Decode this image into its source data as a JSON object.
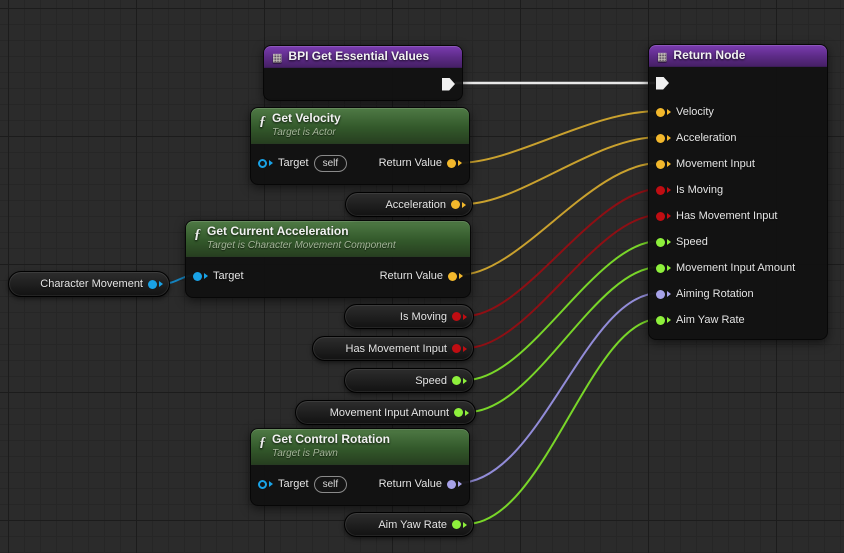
{
  "editor": {
    "type": "unreal-blueprint-graph"
  },
  "colors": {
    "background": "#2b2b2b",
    "grid_minor": "#262626",
    "grid_major": "#1c1c1c",
    "header_purple": "#5c2b86",
    "header_green": "#33592b",
    "pin_exec": "#f0f0f0",
    "pin_vector": "#f3b82c",
    "pin_bool": "#c00d12",
    "pin_float": "#8ef03c",
    "pin_rotator": "#a6a1e8",
    "pin_object": "#19a2e6"
  },
  "nodes": {
    "bpi_get_essential_values": {
      "title": "BPI Get Essential Values"
    },
    "return_node": {
      "title": "Return Node",
      "pins": [
        {
          "label": "Velocity",
          "type": "vector"
        },
        {
          "label": "Acceleration",
          "type": "vector"
        },
        {
          "label": "Movement Input",
          "type": "vector"
        },
        {
          "label": "Is Moving",
          "type": "bool"
        },
        {
          "label": "Has Movement Input",
          "type": "bool"
        },
        {
          "label": "Speed",
          "type": "float"
        },
        {
          "label": "Movement Input Amount",
          "type": "float"
        },
        {
          "label": "Aiming Rotation",
          "type": "rotator"
        },
        {
          "label": "Aim Yaw Rate",
          "type": "float"
        }
      ]
    },
    "get_velocity": {
      "title": "Get Velocity",
      "subtitle": "Target is Actor",
      "pins": {
        "target": "Target",
        "target_default": "self",
        "return": "Return Value"
      }
    },
    "get_current_acceleration": {
      "title": "Get Current Acceleration",
      "subtitle": "Target is Character Movement Component",
      "pins": {
        "target": "Target",
        "return": "Return Value"
      }
    },
    "get_control_rotation": {
      "title": "Get Control Rotation",
      "subtitle": "Target is Pawn",
      "pins": {
        "target": "Target",
        "target_default": "self",
        "return": "Return Value"
      }
    },
    "character_movement": {
      "label": "Character Movement",
      "type": "object"
    },
    "acceleration": {
      "label": "Acceleration",
      "type": "vector"
    },
    "is_moving": {
      "label": "Is Moving",
      "type": "bool"
    },
    "has_movement_input": {
      "label": "Has Movement Input",
      "type": "bool"
    },
    "speed": {
      "label": "Speed",
      "type": "float"
    },
    "movement_input_amount": {
      "label": "Movement Input Amount",
      "type": "float"
    },
    "aim_yaw_rate": {
      "label": "Aim Yaw Rate",
      "type": "float"
    }
  },
  "connections": [
    {
      "from": "BPI Get Essential Values.exec",
      "to": "Return Node.exec",
      "type": "exec"
    },
    {
      "from": "Get Velocity.Return Value",
      "to": "Return Node.Velocity",
      "type": "vector"
    },
    {
      "from": "Acceleration",
      "to": "Return Node.Acceleration",
      "type": "vector"
    },
    {
      "from": "Get Current Acceleration.Return Value",
      "to": "Return Node.Movement Input",
      "type": "vector"
    },
    {
      "from": "Is Moving",
      "to": "Return Node.Is Moving",
      "type": "bool"
    },
    {
      "from": "Has Movement Input",
      "to": "Return Node.Has Movement Input",
      "type": "bool"
    },
    {
      "from": "Speed",
      "to": "Return Node.Speed",
      "type": "float"
    },
    {
      "from": "Movement Input Amount",
      "to": "Return Node.Movement Input Amount",
      "type": "float"
    },
    {
      "from": "Get Control Rotation.Return Value",
      "to": "Return Node.Aiming Rotation",
      "type": "rotator"
    },
    {
      "from": "Aim Yaw Rate",
      "to": "Return Node.Aim Yaw Rate",
      "type": "float"
    },
    {
      "from": "Character Movement",
      "to": "Get Current Acceleration.Target",
      "type": "object"
    }
  ]
}
